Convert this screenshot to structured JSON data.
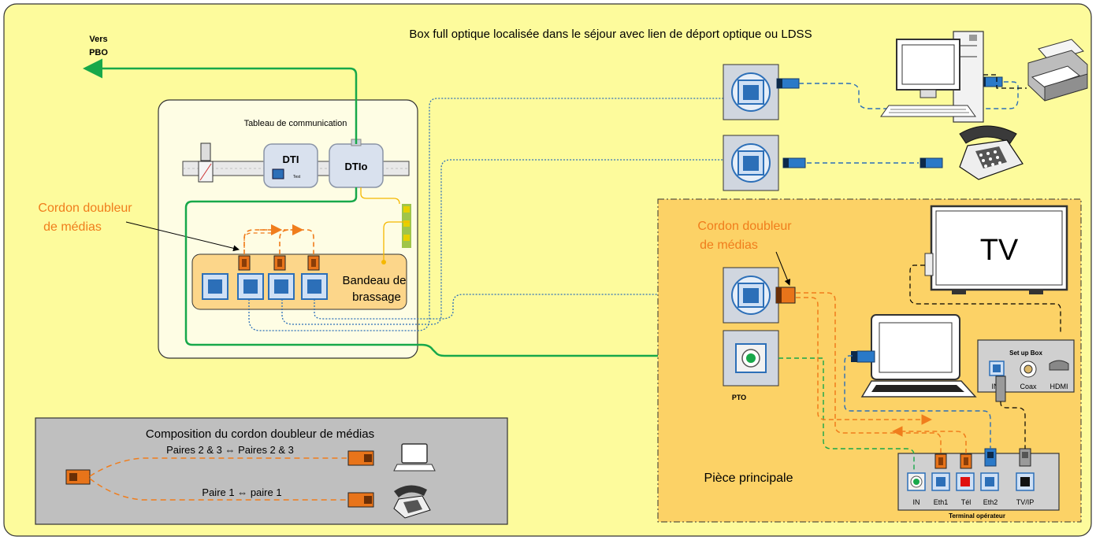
{
  "title": "Box full optique localisée dans le séjour avec lien de déport optique ou LDSS",
  "vers_pbo": [
    "Vers",
    "PBO"
  ],
  "tableau_label": "Tableau de communication",
  "dti_label": "DTI",
  "dti_test": "Test",
  "dtio_label": "DTIo",
  "cordon_left": [
    "Cordon doubleur",
    "de médias"
  ],
  "cordon_right": [
    "Cordon doubleur",
    "de médias"
  ],
  "bandeau": [
    "Bandeau de",
    "brassage"
  ],
  "tv_label": "TV",
  "setup_box": {
    "title": "Set up Box",
    "ports": [
      "IN",
      "Coax",
      "HDMI"
    ]
  },
  "pto_label": "PTO",
  "piece_principale": "Pièce principale",
  "terminal": {
    "title": "Terminal opérateur",
    "ports": [
      "IN",
      "Eth1",
      "Tél",
      "Eth2",
      "TV/IP"
    ]
  },
  "composition": {
    "title": "Composition du cordon doubleur de médias",
    "line1": "Paires 2 & 3 ⇔ Paires 2 & 3",
    "line2": "Paire 1 ⇔ paire 1"
  },
  "colors": {
    "background": "#fdfb9c",
    "fiber": "#17a84a",
    "copper_orange": "#f07d1c",
    "copper_blue": "#2c6fb8",
    "piece_fill": "#fcd266",
    "composition_fill": "#bfbfbf"
  }
}
